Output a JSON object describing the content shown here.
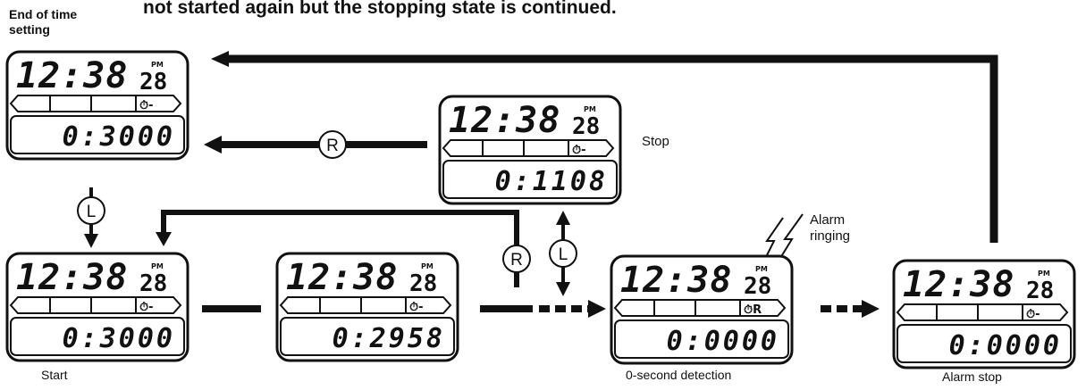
{
  "header": {
    "caption": "not started again but the stopping state is continued."
  },
  "labels": {
    "end_of_time_setting": [
      "End of time",
      "setting"
    ],
    "stop": "Stop",
    "alarm_ringing": [
      "Alarm",
      "ringing"
    ],
    "start": "Start",
    "zero_second_detection": "0-second detection",
    "alarm_stop": "Alarm stop"
  },
  "buttons": {
    "reset": "R",
    "lap": "L"
  },
  "displays": [
    {
      "id": "end-of-time-setting",
      "time": "12:38",
      "date": "28",
      "pm": "PM",
      "timer_icon": "⏱-",
      "count": "0:3000"
    },
    {
      "id": "stop",
      "time": "12:38",
      "date": "28",
      "pm": "PM",
      "timer_icon": "⏱-",
      "count": "0:1108"
    },
    {
      "id": "start",
      "time": "12:38",
      "date": "28",
      "pm": "PM",
      "timer_icon": "⏱-",
      "count": "0:3000"
    },
    {
      "id": "running",
      "time": "12:38",
      "date": "28",
      "pm": "PM",
      "timer_icon": "⏱-",
      "count": "0:2958"
    },
    {
      "id": "zero-second-detection",
      "time": "12:38",
      "date": "28",
      "pm": "PM",
      "timer_icon": "⏱R",
      "count": "0:0000"
    },
    {
      "id": "alarm-stop",
      "time": "12:38",
      "date": "28",
      "pm": "PM",
      "timer_icon": "⏱-",
      "count": "0:0000"
    }
  ]
}
